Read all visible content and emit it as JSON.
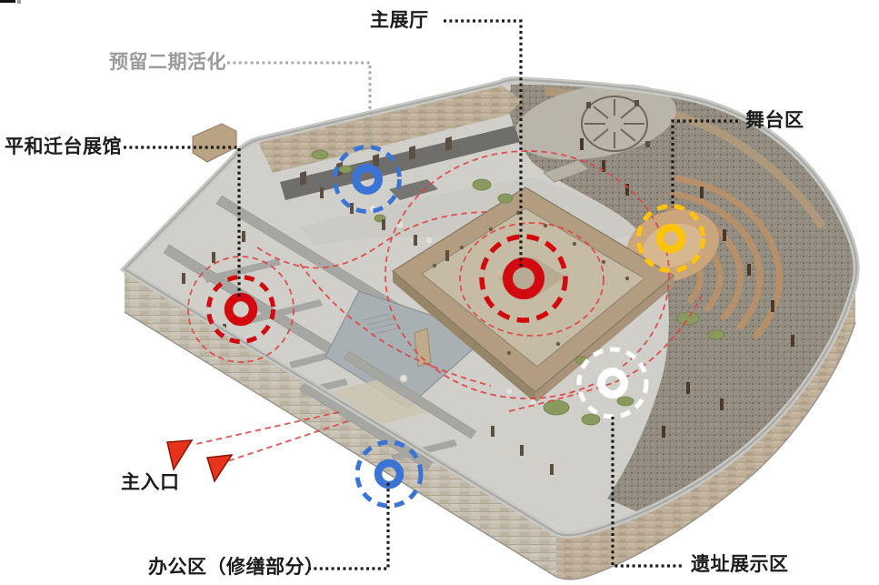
{
  "annotations": {
    "main_hall": {
      "label": "主展厅"
    },
    "phase2": {
      "label": "预留二期活化"
    },
    "pinghe_hall": {
      "label": "平和迁台展馆"
    },
    "stage_area": {
      "label": "舞台区"
    },
    "main_entrance": {
      "label": "主入口"
    },
    "office_area": {
      "label": "办公区（修缮部分）"
    },
    "ruins_display": {
      "label": "遗址展示区"
    }
  },
  "markers": {
    "phase2": {
      "name": "预留二期活化",
      "color": "#3b74d4"
    },
    "pinghe": {
      "name": "平和迁台展馆",
      "color": "#d2090f"
    },
    "main_hall": {
      "name": "主展厅",
      "color": "#d2090f"
    },
    "stage": {
      "name": "舞台区",
      "color": "#ffc40a"
    },
    "ruins": {
      "name": "遗址展示区",
      "color": "#ffffff"
    },
    "office": {
      "name": "办公区",
      "color": "#3b74d4"
    }
  },
  "colors": {
    "leader_dark": "#1a1a1a",
    "leader_gray": "#a8a8a8",
    "route_red": "#e04343",
    "arrow_red": "#e5341b",
    "arrow_edge": "#8c1206",
    "label_dark": "#1c1c1c",
    "label_gray": "#9b9b9b"
  }
}
